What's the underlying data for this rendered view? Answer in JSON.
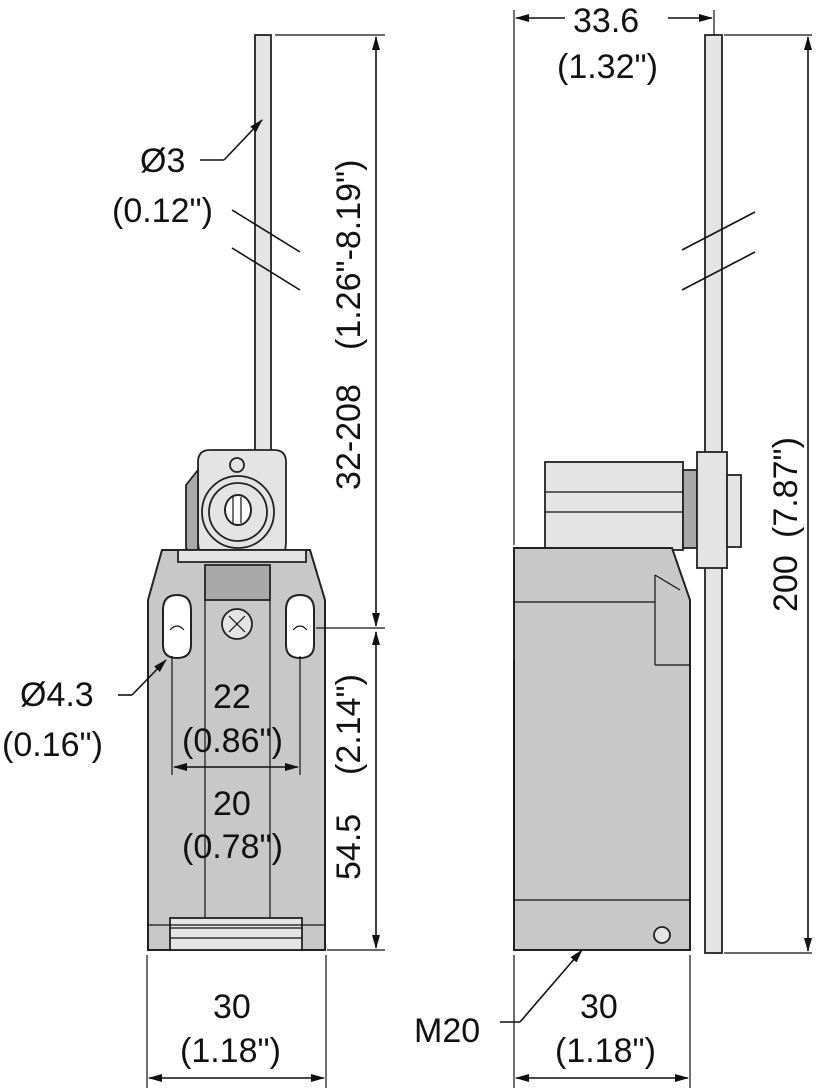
{
  "colors": {
    "body": "#c8c8c8",
    "shade": "#a9a9a9",
    "light": "#e4e4e4",
    "line": "#111111"
  },
  "front_view": {
    "rod_diameter": "Ø3",
    "rod_diameter_in": "(0.12\")",
    "rod_length": "32-208",
    "rod_length_in": "(1.26\"-8.19\")",
    "hole_diameter": "Ø4.3",
    "hole_diameter_in": "(0.16\")",
    "hole_spacing_outer": "22",
    "hole_spacing_outer_in": "(0.86\")",
    "hole_spacing_inner": "20",
    "hole_spacing_inner_in": "(0.78\")",
    "body_height": "54.5",
    "body_height_in": "(2.14\")",
    "body_width": "30",
    "body_width_in": "(1.18\")"
  },
  "side_view": {
    "top_width": "33.6",
    "top_width_in": "(1.32\")",
    "total_height": "200",
    "total_height_in": "(7.87\")",
    "thread_label": "M20",
    "body_width": "30",
    "body_width_in": "(1.18\")"
  }
}
